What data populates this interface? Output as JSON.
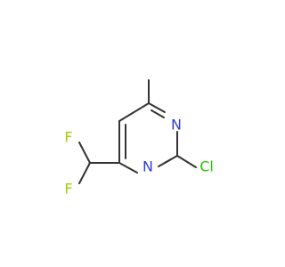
{
  "atoms": {
    "n_top": {
      "label": "N",
      "color": "#2d3fd3"
    },
    "n_bottom": {
      "label": "N",
      "color": "#2d3fd3"
    },
    "cl": {
      "label": "Cl",
      "color": "#22c800"
    },
    "f_top": {
      "label": "F",
      "color": "#a0cf00"
    },
    "f_bottom": {
      "label": "F",
      "color": "#a0cf00"
    }
  },
  "colors": {
    "bond": "#333333"
  }
}
